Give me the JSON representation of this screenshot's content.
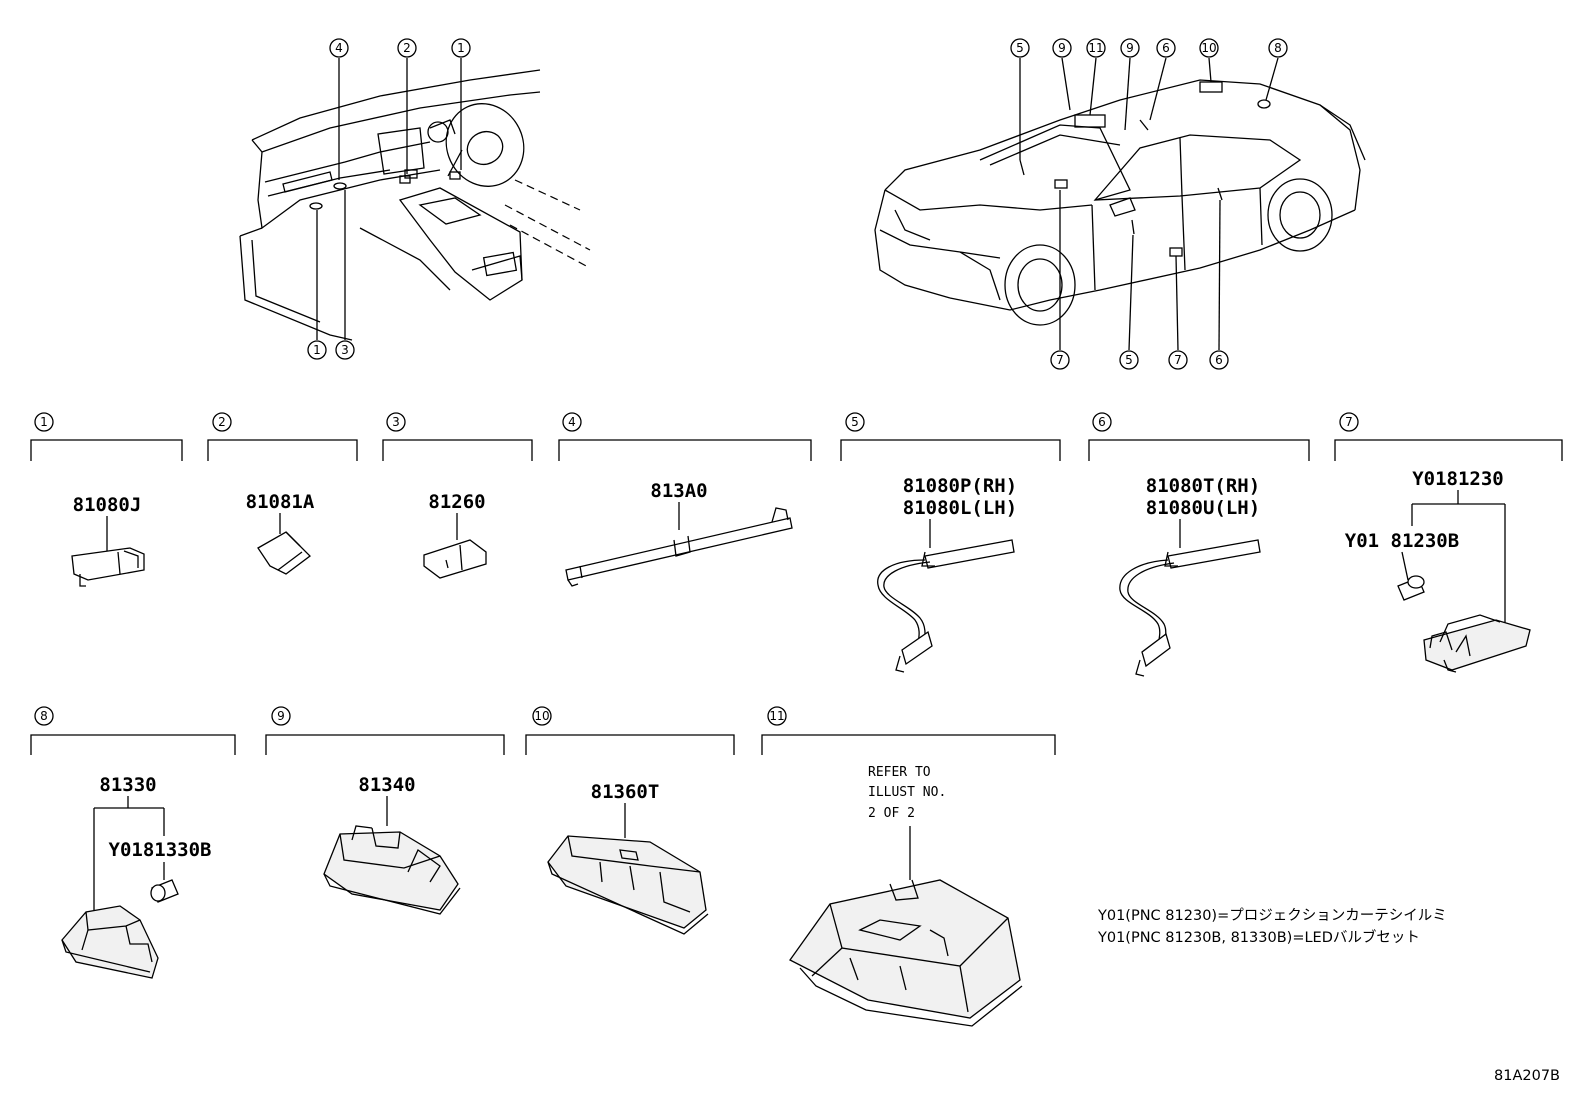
{
  "callouts": {
    "interior": [
      {
        "n": "4"
      },
      {
        "n": "2"
      },
      {
        "n": "1"
      },
      {
        "n": "1"
      },
      {
        "n": "3"
      }
    ],
    "exterior": [
      {
        "n": "5"
      },
      {
        "n": "9"
      },
      {
        "n": "11"
      },
      {
        "n": "9"
      },
      {
        "n": "6"
      },
      {
        "n": "10"
      },
      {
        "n": "8"
      },
      {
        "n": "7"
      },
      {
        "n": "5"
      },
      {
        "n": "7"
      },
      {
        "n": "6"
      }
    ]
  },
  "sections": [
    {
      "n": "1",
      "parts": [
        "81080J"
      ]
    },
    {
      "n": "2",
      "parts": [
        "81081A"
      ]
    },
    {
      "n": "3",
      "parts": [
        "81260"
      ]
    },
    {
      "n": "4",
      "parts": [
        "813A0"
      ]
    },
    {
      "n": "5",
      "parts": [
        "81080P(RH)",
        "81080L(LH)"
      ]
    },
    {
      "n": "6",
      "parts": [
        "81080T(RH)",
        "81080U(LH)"
      ]
    },
    {
      "n": "7",
      "parts": [
        "Y0181230",
        "Y01 81230B"
      ]
    },
    {
      "n": "8",
      "parts": [
        "81330",
        "Y0181330B"
      ]
    },
    {
      "n": "9",
      "parts": [
        "81340"
      ]
    },
    {
      "n": "10",
      "parts": [
        "81360T"
      ]
    },
    {
      "n": "11",
      "parts": [
        "REFER TO",
        "ILLUST NO.",
        "2 OF 2"
      ]
    }
  ],
  "notes": [
    "Y01(PNC 81230)=プロジェクションカーテシイルミ",
    "Y01(PNC 81230B, 81330B)=LEDバルブセット"
  ],
  "illustration_code": "81A207B"
}
